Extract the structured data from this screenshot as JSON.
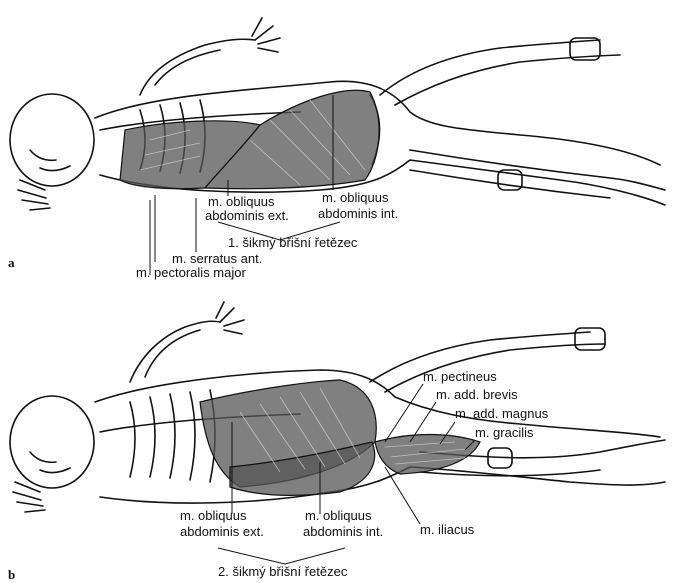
{
  "panel_a": {
    "letter": "a",
    "labels": {
      "obliquus_ext_1": "m. obliquus",
      "obliquus_ext_2": "abdominis ext.",
      "obliquus_int_1": "m. obliquus",
      "obliquus_int_2": "abdominis int.",
      "chain": "1. šikmý břišní řetězec",
      "serratus": "m. serratus ant.",
      "pectoralis": "m. pectoralis major"
    }
  },
  "panel_b": {
    "letter": "b",
    "labels": {
      "pectineus": "m. pectineus",
      "add_brevis": "m. add. brevis",
      "add_magnus": "m. add. magnus",
      "gracilis": "m. gracilis",
      "obliquus_ext_1": "m. obliquus",
      "obliquus_ext_2": "abdominis ext.",
      "obliquus_int_1": "m. obliquus",
      "obliquus_int_2": "abdominis int.",
      "iliacus": "m. iliacus",
      "chain": "2. šikmý břišní řetězec"
    }
  },
  "colors": {
    "ink": "#111111",
    "muscle": "#555555",
    "background": "#ffffff"
  }
}
